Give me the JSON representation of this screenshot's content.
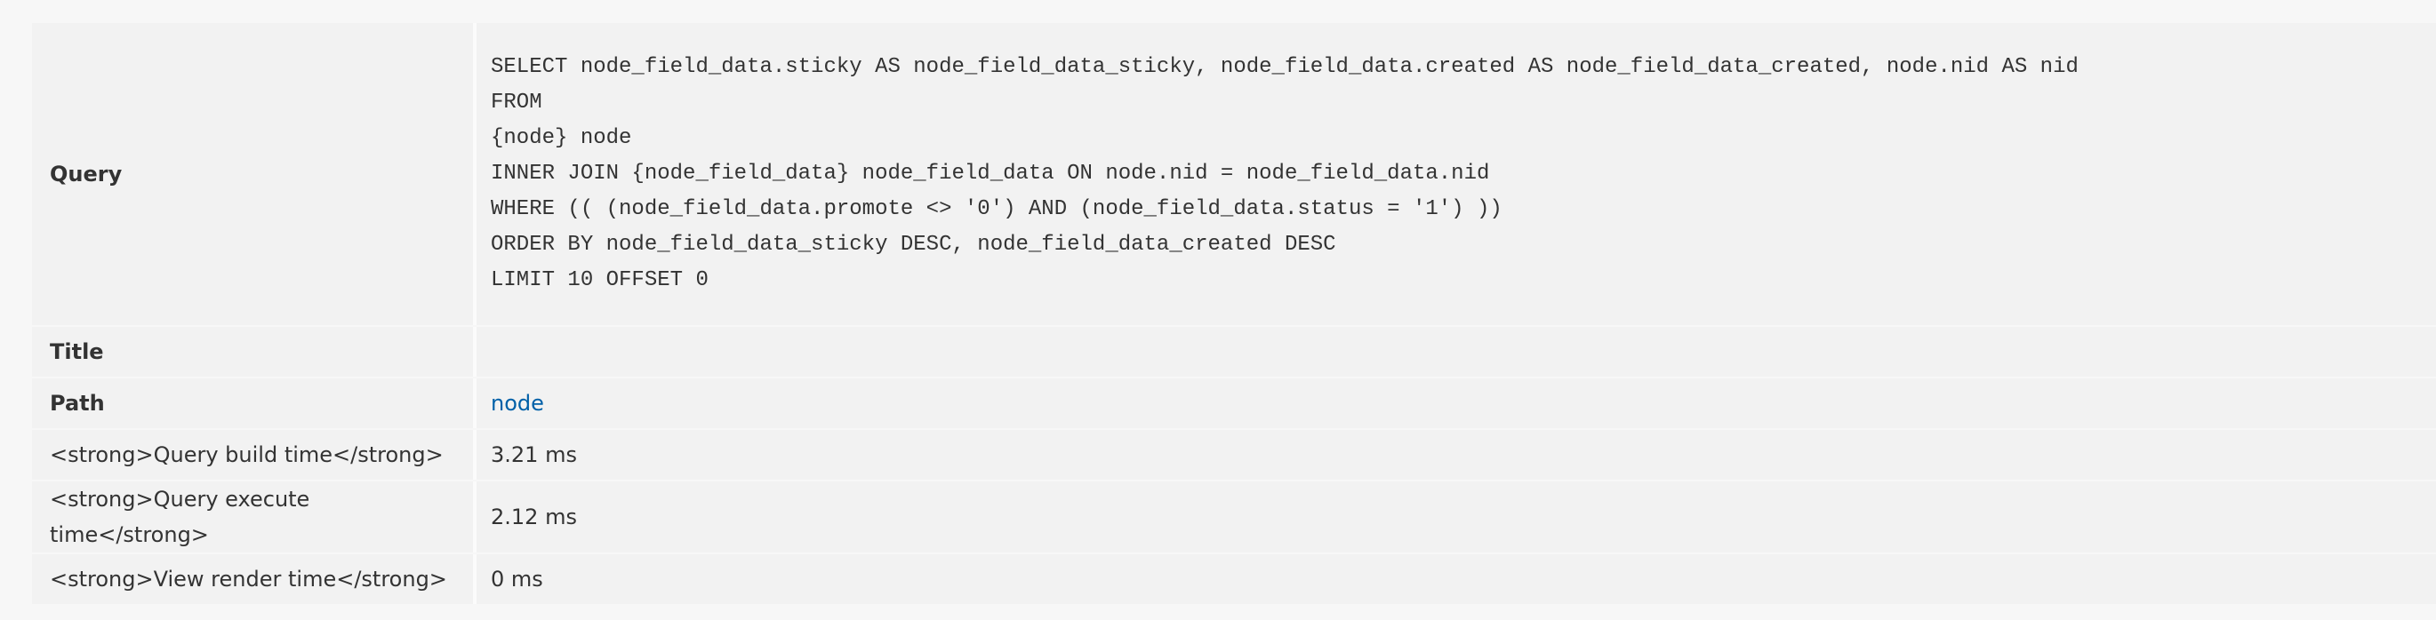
{
  "preview_table": {
    "query": {
      "label": "Query",
      "value": "SELECT node_field_data.sticky AS node_field_data_sticky, node_field_data.created AS node_field_data_created, node.nid AS nid\nFROM\n{node} node\nINNER JOIN {node_field_data} node_field_data ON node.nid = node_field_data.nid\nWHERE (( (node_field_data.promote <> '0') AND (node_field_data.status = '1') ))\nORDER BY node_field_data_sticky DESC, node_field_data_created DESC\nLIMIT 10 OFFSET 0"
    },
    "title": {
      "label": "Title",
      "value": ""
    },
    "path": {
      "label": "Path",
      "value": "node"
    },
    "build_time": {
      "label": "<strong>Query build time</strong>",
      "value": "3.21 ms"
    },
    "execute_time": {
      "label": "<strong>Query execute time</strong>",
      "value": "2.12 ms"
    },
    "render_time": {
      "label": "<strong>View render time</strong>",
      "value": "0 ms"
    }
  },
  "colors": {
    "link": "#0060a8",
    "row_bg": "#f2f2f2",
    "page_bg": "#f7f7f7"
  }
}
